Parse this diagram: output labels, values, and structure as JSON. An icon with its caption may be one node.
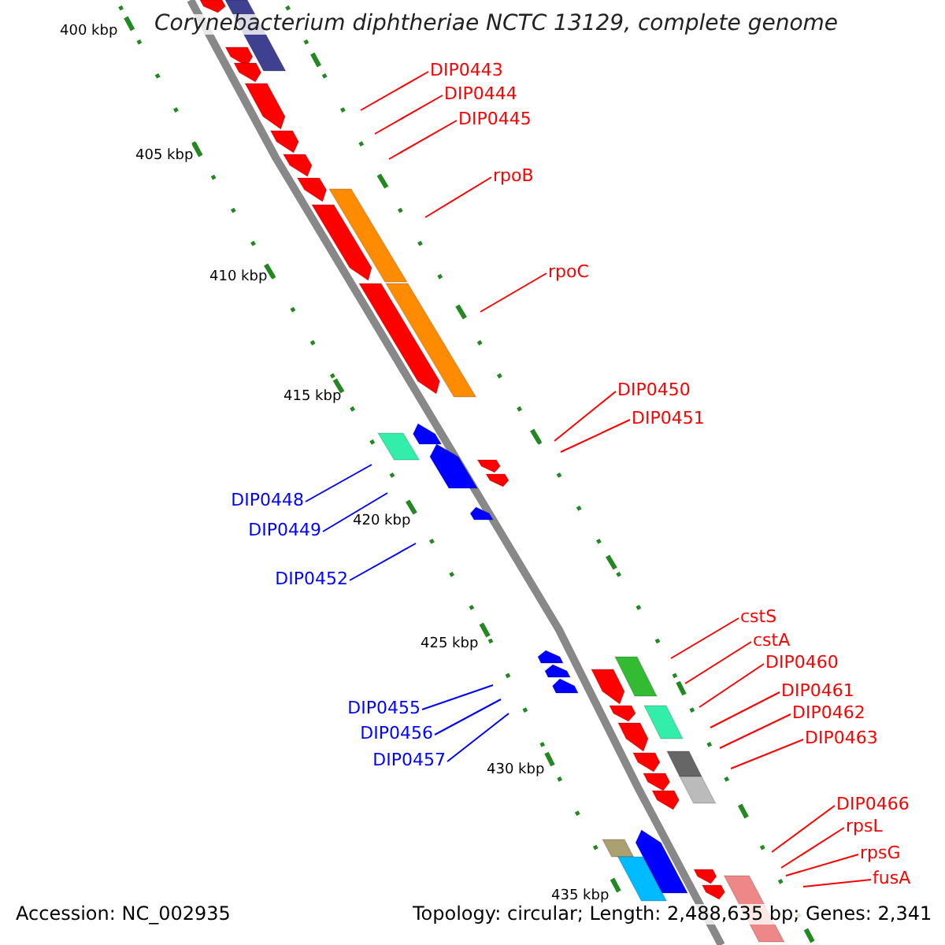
{
  "diagram": {
    "title": "Corynebacterium diphtheriae NCTC 13129, complete genome",
    "nodes": [
      {
        "text": [
          "DIP0443"
        ]
      },
      {
        "text": [
          "DIP0444"
        ]
      },
      {
        "text": [
          "DIP0445"
        ]
      },
      {
        "text": [
          "rpoB"
        ]
      },
      {
        "text": [
          "rpoC"
        ]
      },
      {
        "text": [
          "DIP0450"
        ]
      },
      {
        "text": [
          "DIP0451"
        ]
      },
      {
        "text": [
          "cstS"
        ]
      },
      {
        "text": [
          "cstA"
        ]
      },
      {
        "text": [
          "DIP0460"
        ]
      },
      {
        "text": [
          "DIP0461"
        ]
      },
      {
        "text": [
          "DIP0462"
        ]
      },
      {
        "text": [
          "DIP0463"
        ]
      },
      {
        "text": [
          "DIP0466"
        ]
      },
      {
        "text": [
          "rpsL"
        ]
      },
      {
        "text": [
          "rpsG"
        ]
      },
      {
        "text": [
          "fusA"
        ]
      },
      {
        "text": [
          "DIP0448"
        ]
      },
      {
        "text": [
          "DIP0449"
        ]
      },
      {
        "text": [
          "DIP0452"
        ]
      },
      {
        "text": [
          "DIP0455"
        ]
      },
      {
        "text": [
          "DIP0456"
        ]
      },
      {
        "text": [
          "DIP0457"
        ]
      }
    ],
    "edges": [
      {
        "from": 0,
        "to": null,
        "arrow": "none"
      },
      {
        "from": 1,
        "to": null,
        "arrow": "none"
      },
      {
        "from": 2,
        "to": null,
        "arrow": "none"
      },
      {
        "from": 3,
        "to": null,
        "arrow": "none"
      },
      {
        "from": 4,
        "to": null,
        "arrow": "none"
      },
      {
        "from": 5,
        "to": null,
        "arrow": "none"
      },
      {
        "from": 6,
        "to": null,
        "arrow": "none"
      },
      {
        "from": 7,
        "to": null,
        "arrow": "none"
      },
      {
        "from": 8,
        "to": null,
        "arrow": "none"
      },
      {
        "from": 9,
        "to": null,
        "arrow": "none"
      },
      {
        "from": 10,
        "to": null,
        "arrow": "none"
      },
      {
        "from": 11,
        "to": null,
        "arrow": "none"
      },
      {
        "from": 12,
        "to": null,
        "arrow": "none"
      },
      {
        "from": 13,
        "to": null,
        "arrow": "none"
      },
      {
        "from": 14,
        "to": null,
        "arrow": "none"
      },
      {
        "from": 15,
        "to": null,
        "arrow": "none"
      },
      {
        "from": 16,
        "to": null,
        "arrow": "none"
      },
      {
        "from": 17,
        "to": null,
        "arrow": "none",
        "color": "#0000ff"
      },
      {
        "from": 18,
        "to": null,
        "arrow": "none",
        "color": "#0000ff"
      },
      {
        "from": 19,
        "to": null,
        "arrow": "none",
        "color": "#0000ff"
      },
      {
        "from": 20,
        "to": null,
        "arrow": "none",
        "color": "#0000ff"
      },
      {
        "from": 21,
        "to": null,
        "arrow": "none",
        "color": "#0000ff"
      },
      {
        "from": 22,
        "to": null,
        "arrow": "none",
        "color": "#0000ff"
      }
    ],
    "labels": [
      "400 kbp",
      "405 kbp",
      "410 kbp",
      "415 kbp",
      "420 kbp",
      "425 kbp",
      "430 kbp",
      "435 kbp",
      "Accession: NC_002935",
      "Topology: circular; Length: 2,488,635 bp; Genes: 2,341"
    ]
  }
}
